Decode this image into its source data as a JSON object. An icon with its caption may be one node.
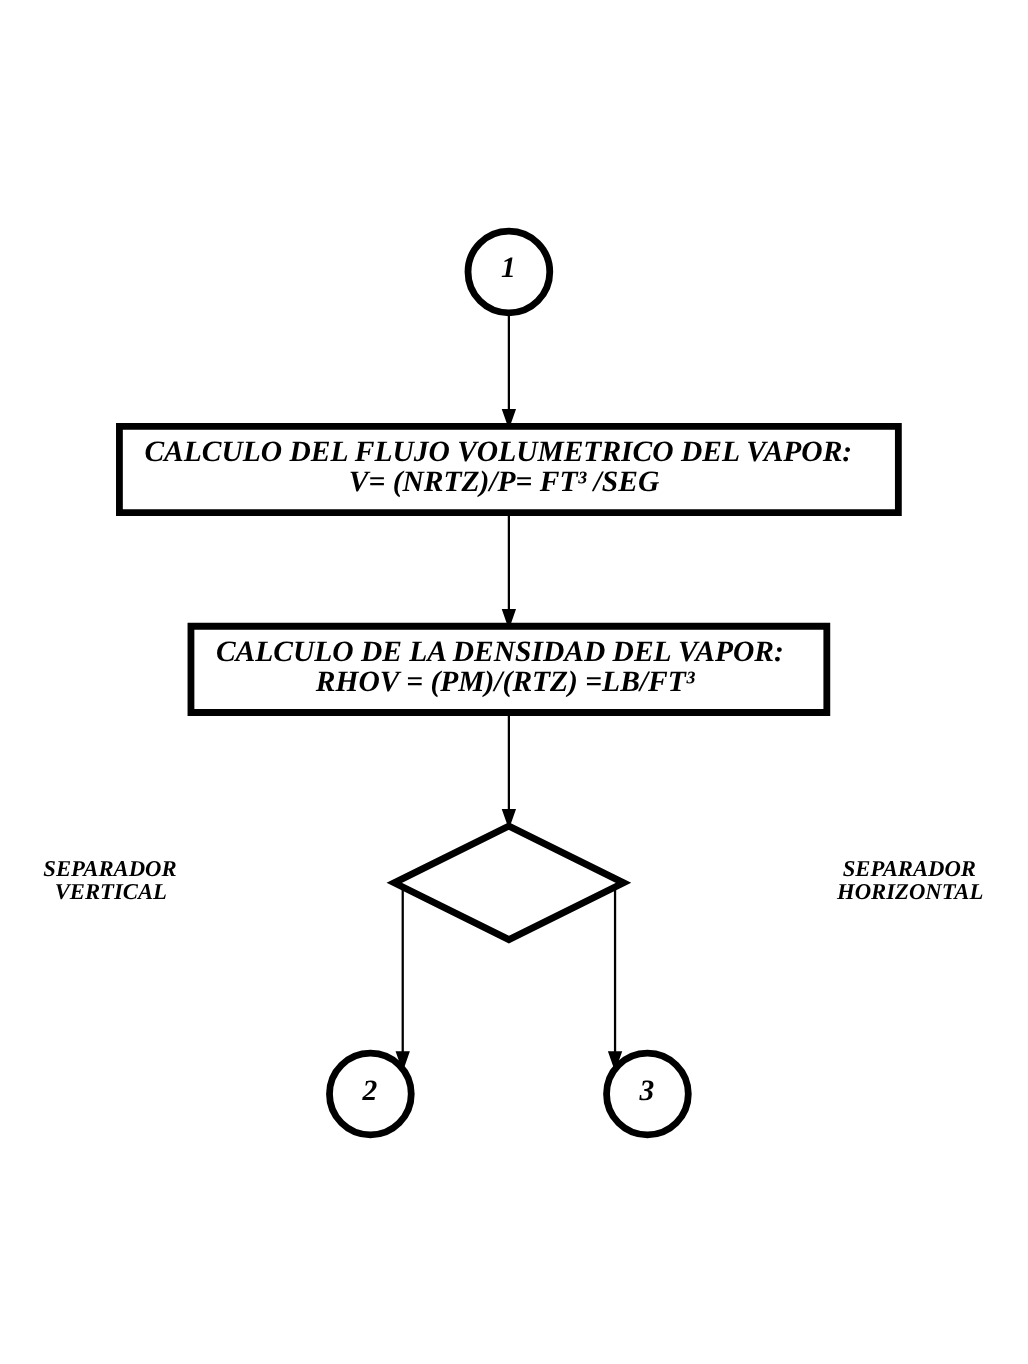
{
  "diagram": {
    "nodes": [
      {
        "text": [
          "1"
        ]
      },
      {
        "text": [
          "CALCULO DEL FLUJO VOLUMETRICO DEL VAPOR:",
          "V= (NRTZ)/P= FT³ /SEG"
        ]
      },
      {
        "text": [
          "CALCULO DE LA DENSIDAD DEL VAPOR:",
          "RHOV = (PM)/(RTZ) =LB/FT³"
        ]
      },
      {
        "text": [],
        "shape": "diamond"
      },
      {
        "text": [
          "2"
        ]
      },
      {
        "text": [
          "3"
        ]
      }
    ],
    "edges": [
      {
        "from": 0,
        "to": 1,
        "arrow": "to"
      },
      {
        "from": 1,
        "to": 2,
        "arrow": "to"
      },
      {
        "from": 2,
        "to": 3,
        "arrow": "to"
      },
      {
        "from": 3,
        "to": 4,
        "arrow": "to"
      },
      {
        "from": 3,
        "to": 5,
        "arrow": "to"
      }
    ],
    "labels": [
      "SEPARADOR VERTICAL",
      "SEPARADOR HORIZONTAL"
    ]
  }
}
